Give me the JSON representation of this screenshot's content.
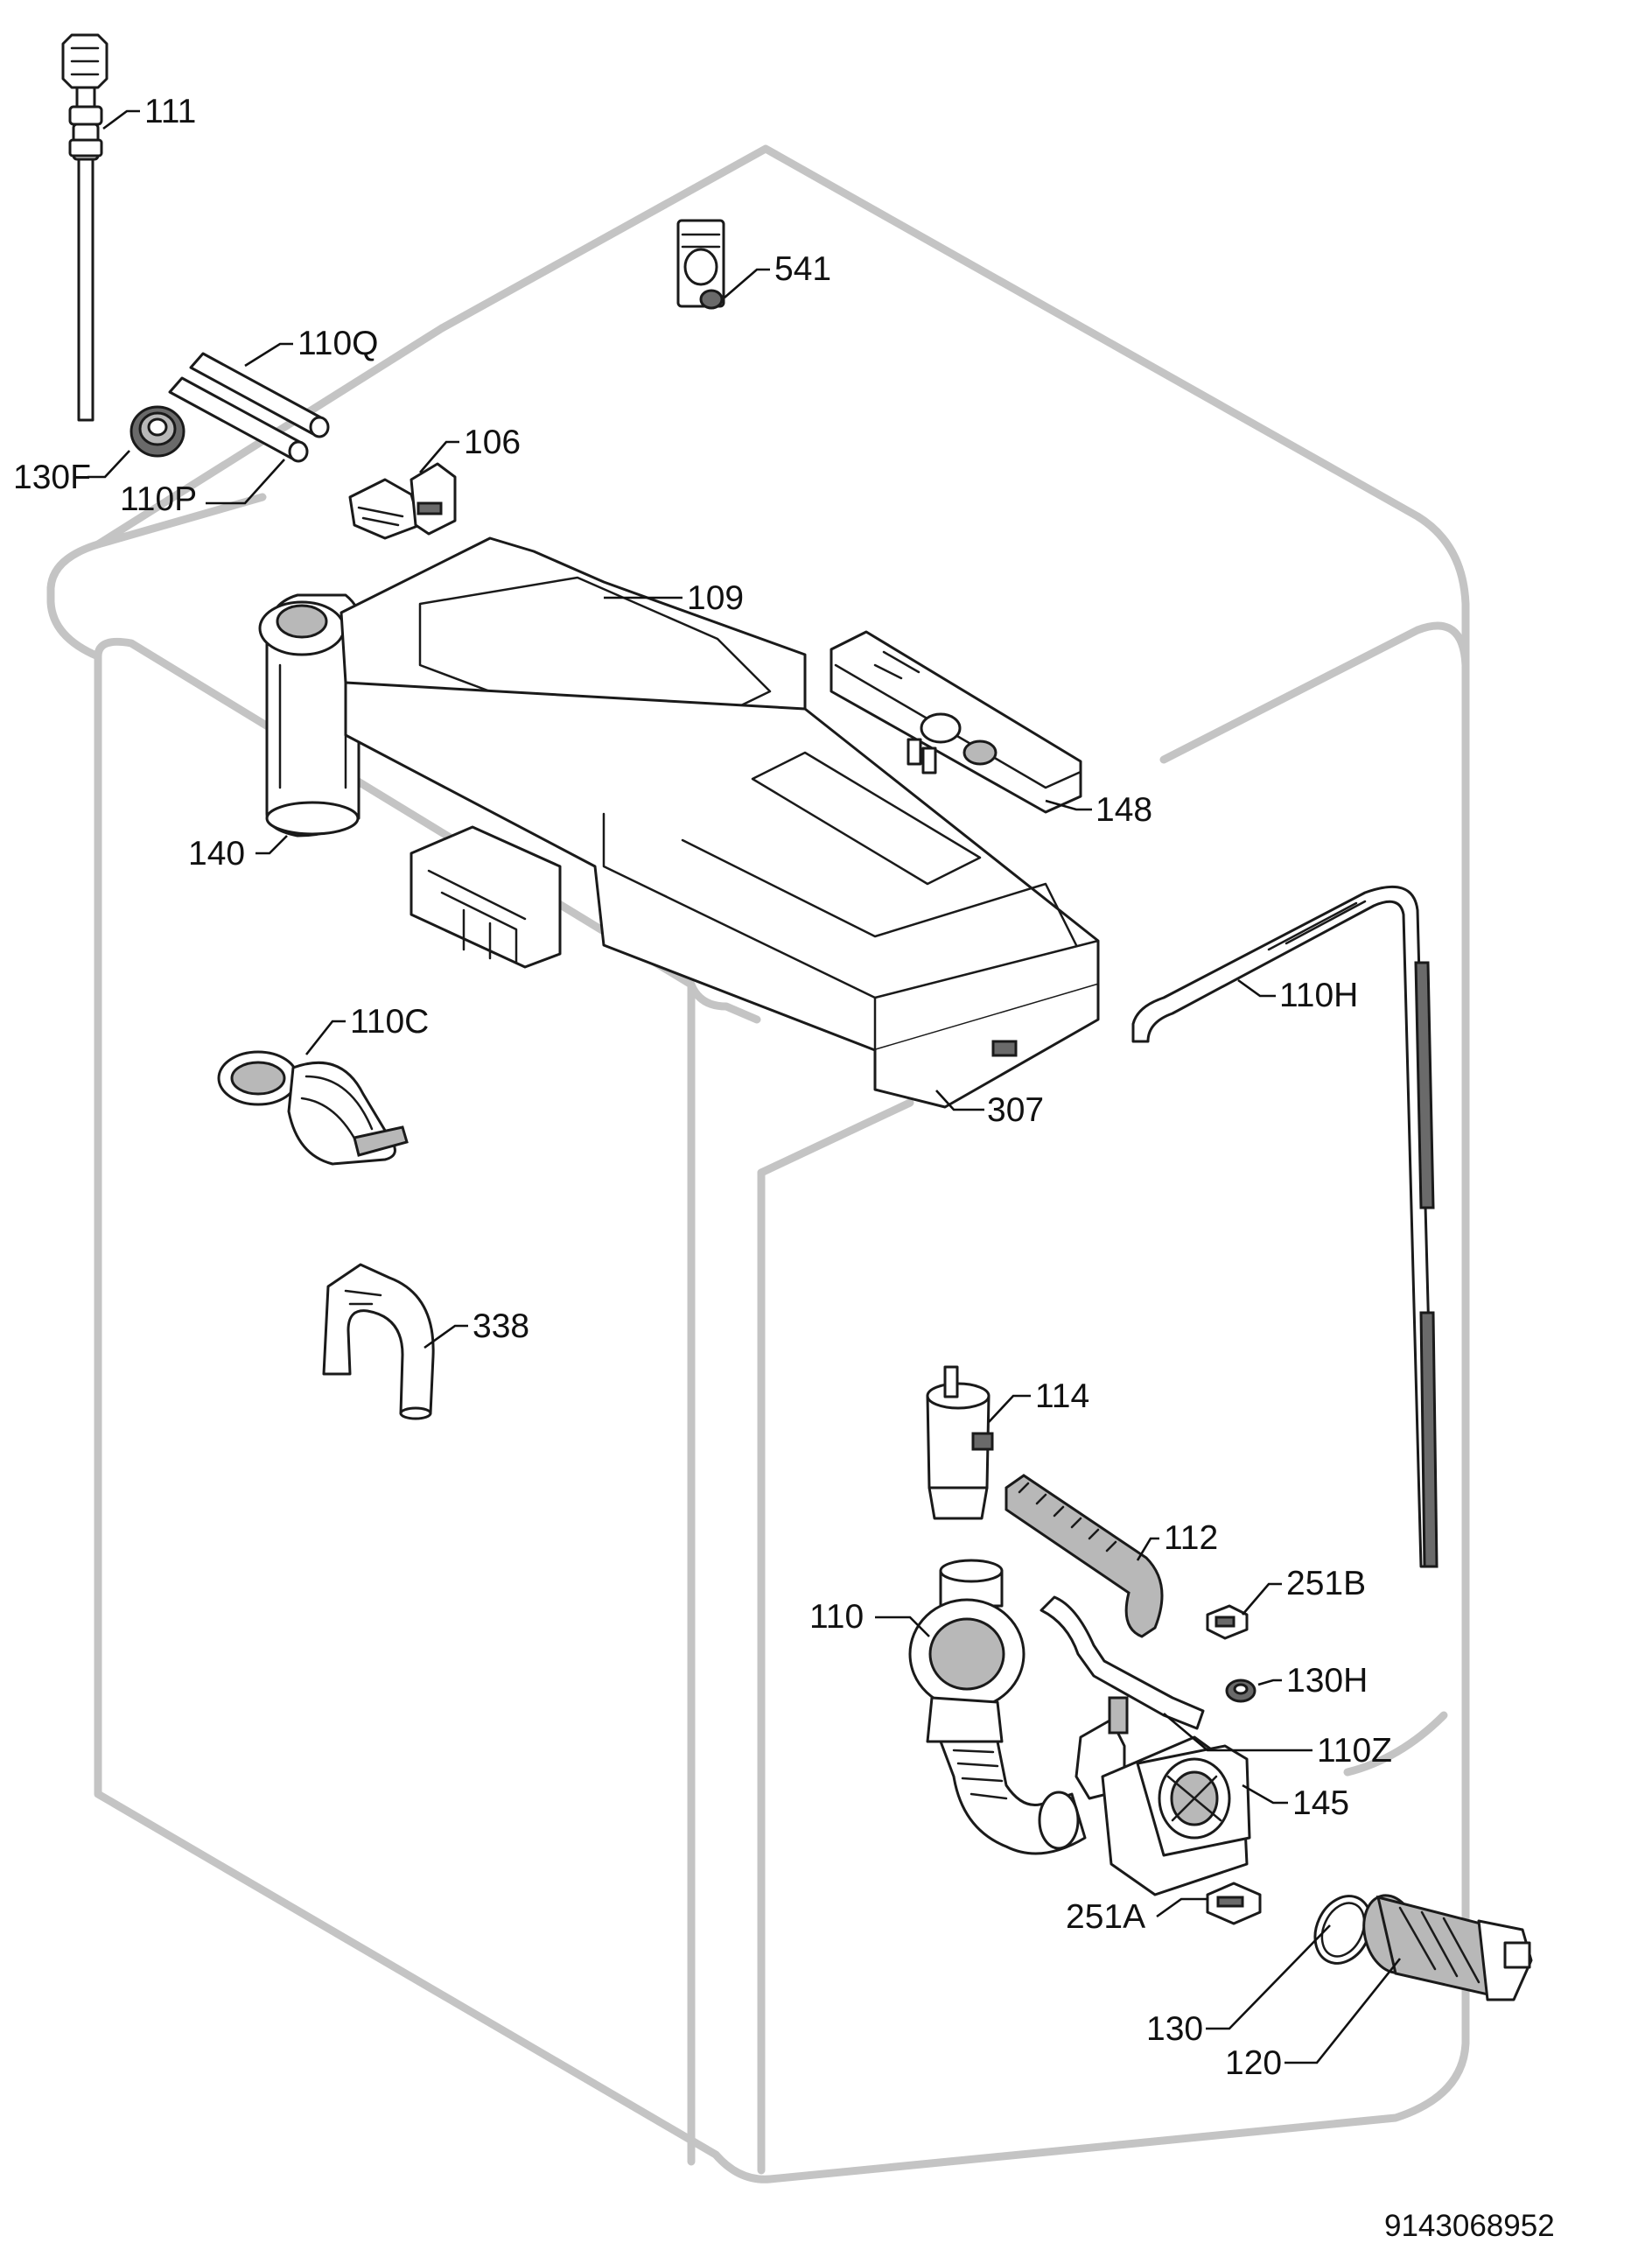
{
  "document_number": "9143068952",
  "part_labels": {
    "p111": "111",
    "p541": "541",
    "p110Q": "110Q",
    "p130F": "130F",
    "p110P": "110P",
    "p106": "106",
    "p109": "109",
    "p148": "148",
    "p140": "140",
    "p110H": "110H",
    "p307": "307",
    "p110C": "110C",
    "p338": "338",
    "p114": "114",
    "p112": "112",
    "p251B": "251B",
    "p110": "110",
    "p130H": "130H",
    "p110Z": "110Z",
    "p145": "145",
    "p251A": "251A",
    "p130": "130",
    "p120": "120"
  }
}
